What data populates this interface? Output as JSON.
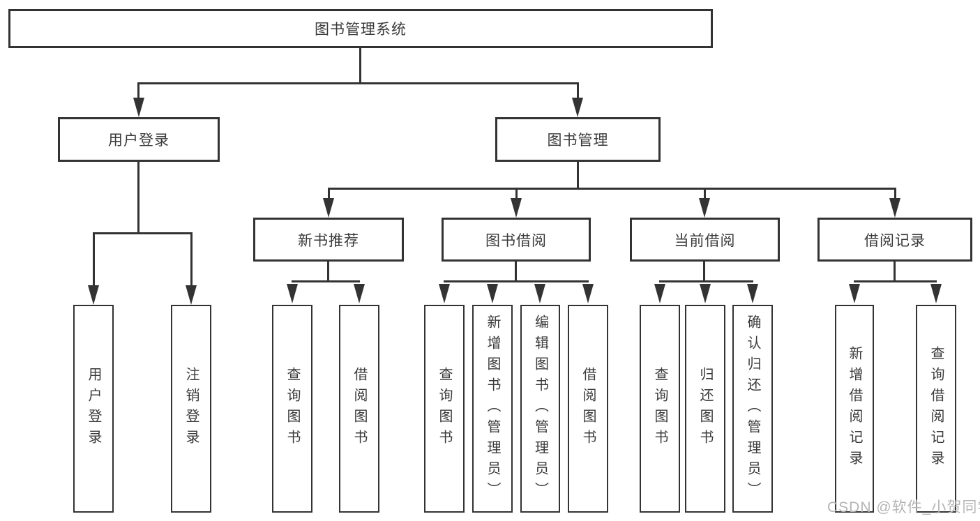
{
  "nodes": {
    "root": "图书管理系统",
    "user_login": "用户登录",
    "book_mgmt": "图书管理",
    "new_book_rec": "新书推荐",
    "book_borrow": "图书借阅",
    "current_borrow": "当前借阅",
    "borrow_records": "借阅记录",
    "leaf_user_login": "用户登录",
    "leaf_logout_login": "注销登录",
    "leaf_query_book_rec": "查询图书",
    "leaf_borrow_book_rec": "借阅图书",
    "leaf_query_book_borrow": "查询图书",
    "leaf_add_book_admin": "新增图书（管理员）",
    "leaf_edit_book_admin": "编辑图书（管理员）",
    "leaf_borrow_book_borrow": "借阅图书",
    "leaf_query_book_current": "查询图书",
    "leaf_return_book": "归还图书",
    "leaf_confirm_return_admin": "确认归还（管理员）",
    "leaf_add_borrow_record": "新增借阅记录",
    "leaf_query_borrow_record": "查询借阅记录"
  },
  "structure": {
    "root_children": [
      "用户登录",
      "图书管理"
    ],
    "用户登录_children": [
      "用户登录",
      "注销登录"
    ],
    "图书管理_children": [
      "新书推荐",
      "图书借阅",
      "当前借阅",
      "借阅记录"
    ],
    "新书推荐_children": [
      "查询图书",
      "借阅图书"
    ],
    "图书借阅_children": [
      "查询图书",
      "新增图书（管理员）",
      "编辑图书（管理员）",
      "借阅图书"
    ],
    "当前借阅_children": [
      "查询图书",
      "归还图书",
      "确认归还（管理员）"
    ],
    "借阅记录_children": [
      "新增借阅记录",
      "查询借阅记录"
    ]
  },
  "watermark": "CSDN @软件_小贺同学",
  "colors": {
    "line": "#333333",
    "text": "#3a3a3a",
    "watermark": "#b5b5b5",
    "bg": "#ffffff"
  }
}
